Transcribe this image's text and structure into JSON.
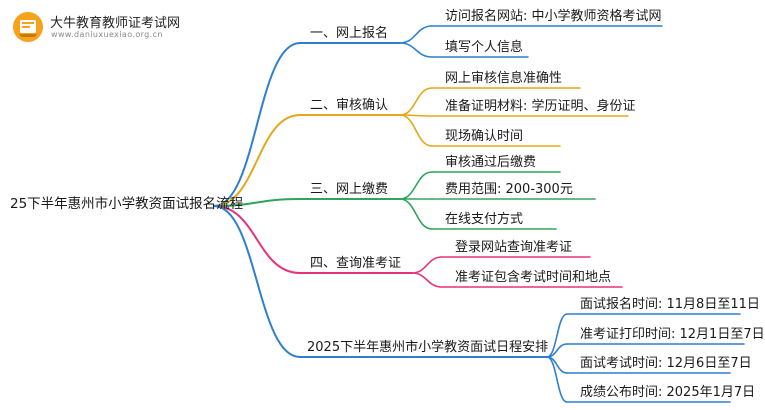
{
  "header": {
    "brand_name": "大牛教育教师证考试网",
    "brand_url": "www.daniuxuexiao.org.cn"
  },
  "mindmap": {
    "root": "25下半年惠州市小学教资面试报名流程",
    "branches": [
      {
        "label": "一、网上报名",
        "color": "#2f7fd0",
        "leaves": [
          "访问报名网站: 中小学教师资格考试网",
          "填写个人信息"
        ]
      },
      {
        "label": "二、审核确认",
        "color": "#e3a817",
        "leaves": [
          "网上审核信息准确性",
          "准备证明材料: 学历证明、身份证",
          "现场确认时间"
        ]
      },
      {
        "label": "三、网上缴费",
        "color": "#2ea55a",
        "leaves": [
          "审核通过后缴费",
          "费用范围: 200-300元",
          "在线支付方式"
        ]
      },
      {
        "label": "四、查询准考证",
        "color": "#e5327a",
        "leaves": [
          "登录网站查询准考证",
          "准考证包含考试时间和地点"
        ]
      },
      {
        "label": "2025下半年惠州市小学教资面试日程安排",
        "color": "#2f7fd0",
        "leaves": [
          "面试报名时间: 11月8日至11日",
          "准考证打印时间: 12月1日至7日",
          "面试考试时间: 12月6日至7日",
          "成绩公布时间: 2025年1月7日"
        ]
      }
    ]
  }
}
